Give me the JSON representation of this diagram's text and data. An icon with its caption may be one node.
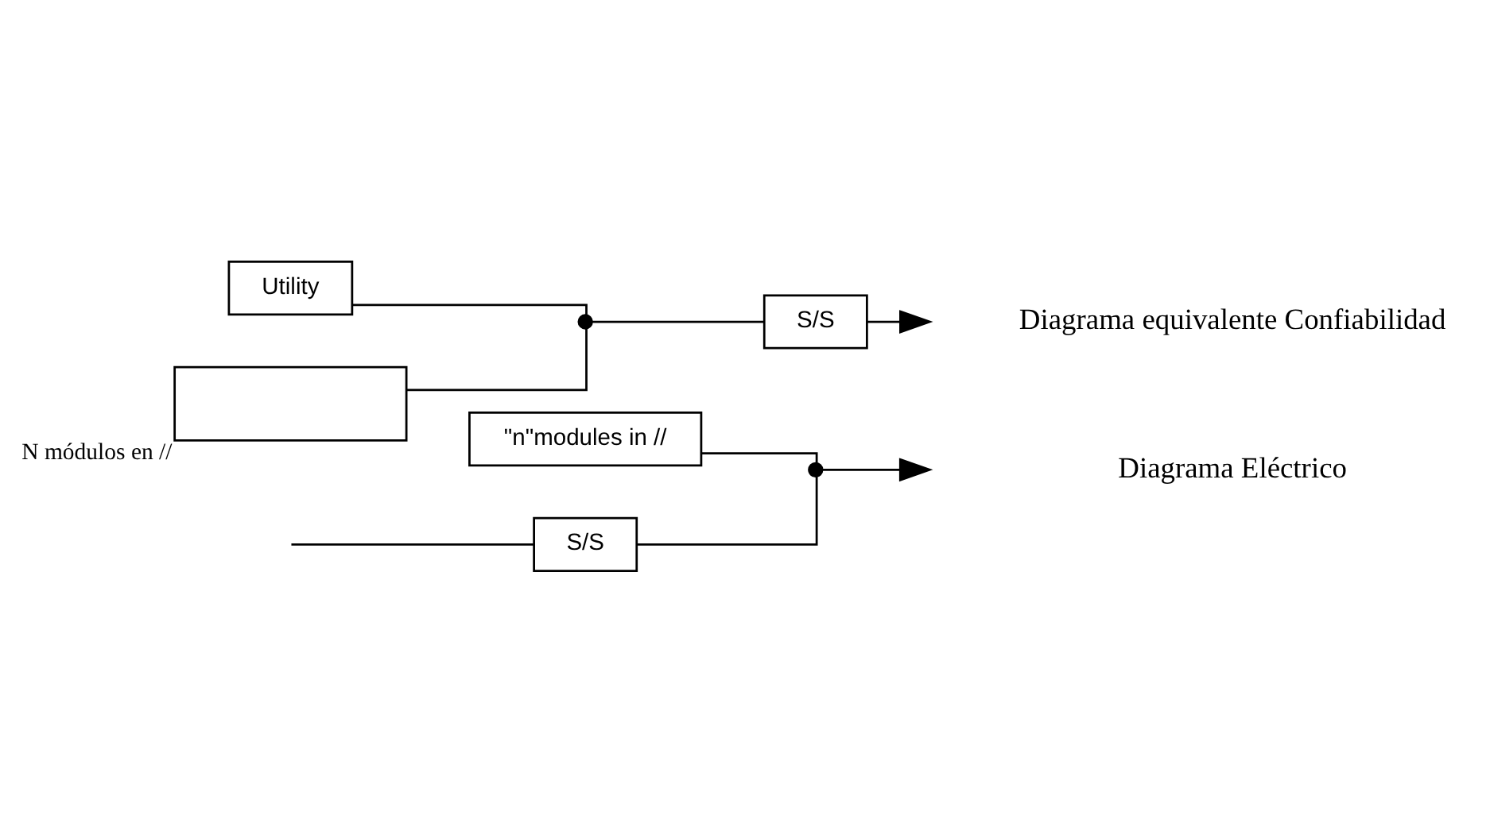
{
  "diagram": {
    "nodes": [
      {
        "text": [
          "S/S"
        ]
      },
      {
        "text": [
          "\"n\"modules in //"
        ]
      },
      {
        "text": [],
        "shape": "circle"
      },
      {
        "text": [
          "Utility"
        ]
      },
      {
        "text": [],
        "shape": "box",
        "beside": [
          "N módulos en //"
        ]
      },
      {
        "text": [],
        "shape": "circle"
      },
      {
        "text": [
          "S/S"
        ]
      }
    ],
    "edges": [
      {
        "from": null,
        "to": 0,
        "arrow": "none"
      },
      {
        "from": 0,
        "to": 2,
        "arrow": "none"
      },
      {
        "from": 1,
        "to": 2,
        "arrow": "none"
      },
      {
        "from": 2,
        "to": null,
        "arrow": "to"
      },
      {
        "from": 3,
        "to": 5,
        "arrow": "none"
      },
      {
        "from": 4,
        "to": 5,
        "arrow": "none"
      },
      {
        "from": 5,
        "to": 6,
        "arrow": "none"
      },
      {
        "from": 6,
        "to": null,
        "arrow": "to"
      }
    ],
    "labels": [
      "Diagrama Eléctrico",
      "Diagrama equivalente Confiabilidad"
    ]
  }
}
